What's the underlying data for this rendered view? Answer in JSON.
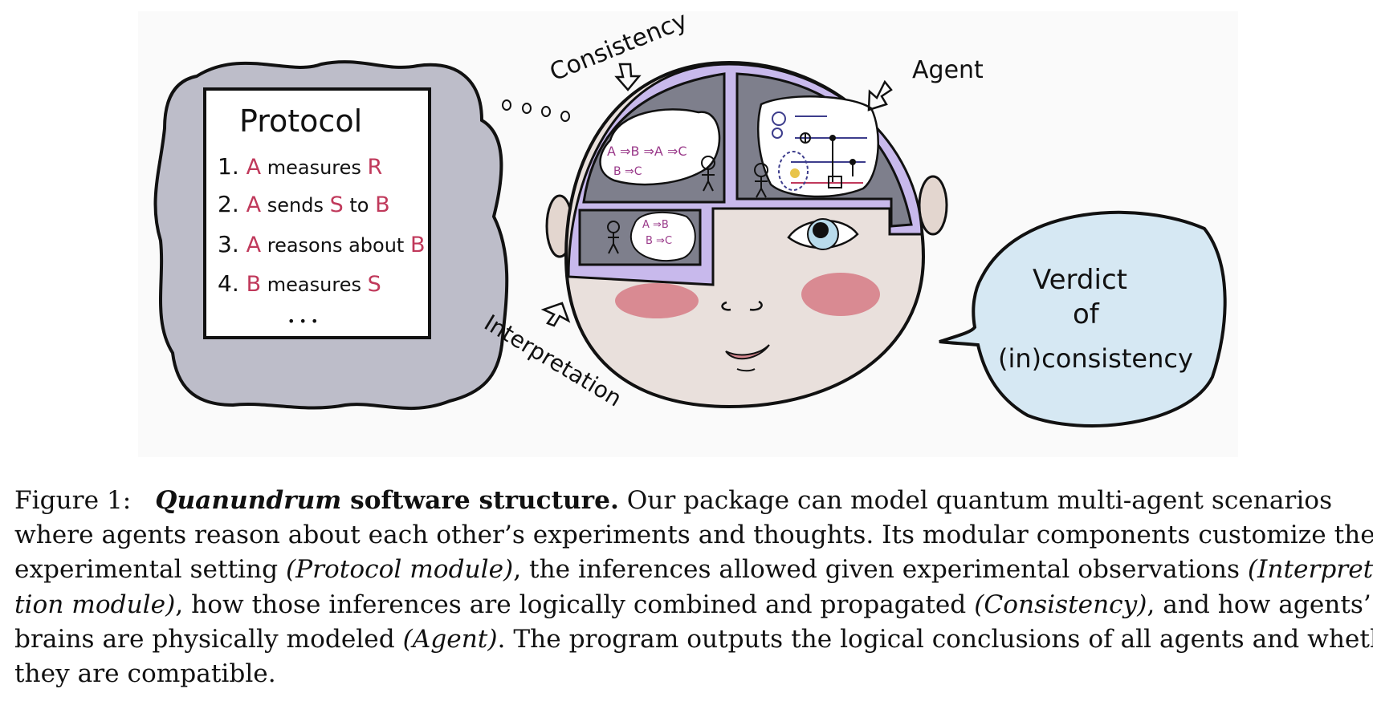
{
  "figure": {
    "protocol": {
      "title": "Protocol",
      "steps": [
        {
          "num": "1.",
          "parts": [
            {
              "t": "A",
              "red": true
            },
            {
              "t": " measures ",
              "red": false
            },
            {
              "t": "R",
              "red": true
            }
          ]
        },
        {
          "num": "2.",
          "parts": [
            {
              "t": "A",
              "red": true
            },
            {
              "t": " sends ",
              "red": false
            },
            {
              "t": "S",
              "red": true
            },
            {
              "t": " to ",
              "red": false
            },
            {
              "t": "B",
              "red": true
            }
          ]
        },
        {
          "num": "3.",
          "parts": [
            {
              "t": "A",
              "red": true
            },
            {
              "t": " reasons about ",
              "red": false
            },
            {
              "t": "B",
              "red": true
            }
          ]
        },
        {
          "num": "4.",
          "parts": [
            {
              "t": "B",
              "red": true
            },
            {
              "t": " measures ",
              "red": false
            },
            {
              "t": "S",
              "red": true
            }
          ]
        }
      ],
      "ellipsis": "• • •"
    },
    "labels": {
      "consistency": "Consistency",
      "agent": "Agent",
      "interpretation": "Interpretation"
    },
    "thought_big": {
      "line1": "A ⇒B ⇒A ⇒C",
      "line2": "B ⇒C"
    },
    "thought_small": {
      "line1": "A ⇒B",
      "line2": "B ⇒C"
    },
    "verdict": {
      "line1": "Verdict",
      "line2": "of",
      "line3": "(in)consistency"
    },
    "colors": {
      "panel_bg": "#fafafa",
      "cloud": "#bdbdc9",
      "brain": "#c8b9ec",
      "face": "#e9e0dc",
      "cheek": "#d98a92",
      "bubble": "#d6e8f3",
      "red_text": "#c0395b",
      "purple_text": "#9a3a8a"
    }
  },
  "caption": {
    "label": "Figure 1:",
    "title_italic": "Quanundrum",
    "title_rest": " software structure.",
    "line1_rest": " Our package can model quantum multi-agent scenarios",
    "line2": "where agents reason about each other’s experiments and thoughts.  Its modular components customize the",
    "line3_a": "experimental setting ",
    "line3_i": "(Protocol module)",
    "line3_b": ", the inferences allowed given experimental observations ",
    "line3_i2": "(Interpreta-",
    "line4_i": "tion module)",
    "line4_a": ", how those inferences are logically combined and propagated ",
    "line4_i2": "(Consistency)",
    "line4_b": ", and how agents’",
    "line5_a": "brains are physically modeled ",
    "line5_i": "(Agent)",
    "line5_b": ".  The program outputs the logical conclusions of all agents and whether",
    "line6": "they are compatible."
  }
}
